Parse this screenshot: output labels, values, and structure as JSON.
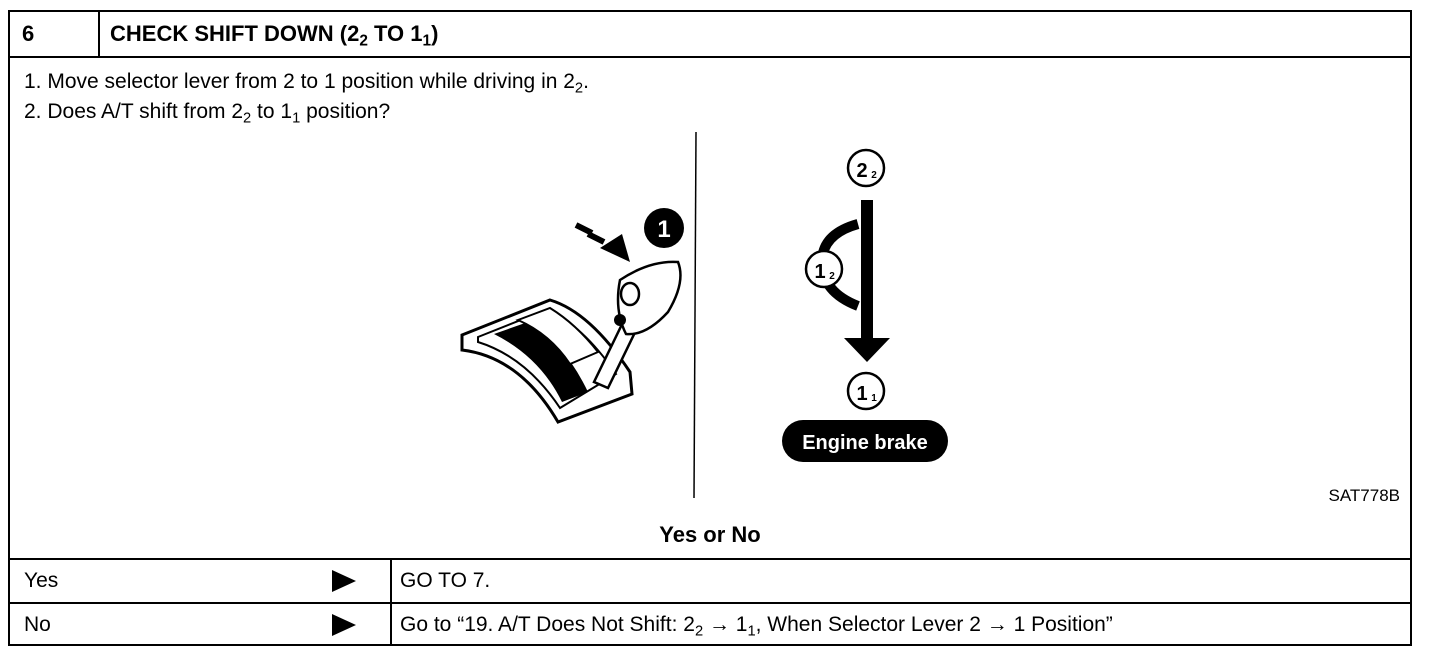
{
  "header": {
    "step_number": "6",
    "title_main": "CHECK SHIFT DOWN (2",
    "title_sub1": "2",
    "title_mid": " TO 1",
    "title_sub2": "1",
    "title_end": ")"
  },
  "steps": [
    {
      "prefix": "1.  Move selector lever from 2 to 1 position while driving in 2",
      "sub": "2",
      "suffix": "."
    },
    {
      "prefix": "2.  Does A/T shift from 2",
      "sub": "2",
      "mid": " to 1",
      "sub2": "1",
      "suffix": " position?"
    }
  ],
  "figure": {
    "callout_number": "1",
    "pos_top_main": "2",
    "pos_top_sub": "2",
    "pos_mid_main": "1",
    "pos_mid_sub": "2",
    "pos_bottom_main": "1",
    "pos_bottom_sub": "1",
    "engine_brake_label": "Engine brake",
    "figure_code": "SAT778B"
  },
  "question": "Yes or No",
  "results": [
    {
      "label": "Yes",
      "text_prefix": "GO TO 7."
    },
    {
      "label": "No",
      "text_prefix": "Go to “19. A/T Does Not Shift: 2",
      "sub1": "2",
      "text_mid": " → 1",
      "sub2": "1",
      "text_end": ", When Selector Lever 2 → 1 Position”"
    }
  ],
  "colors": {
    "ink": "#000000",
    "paper": "#ffffff"
  }
}
